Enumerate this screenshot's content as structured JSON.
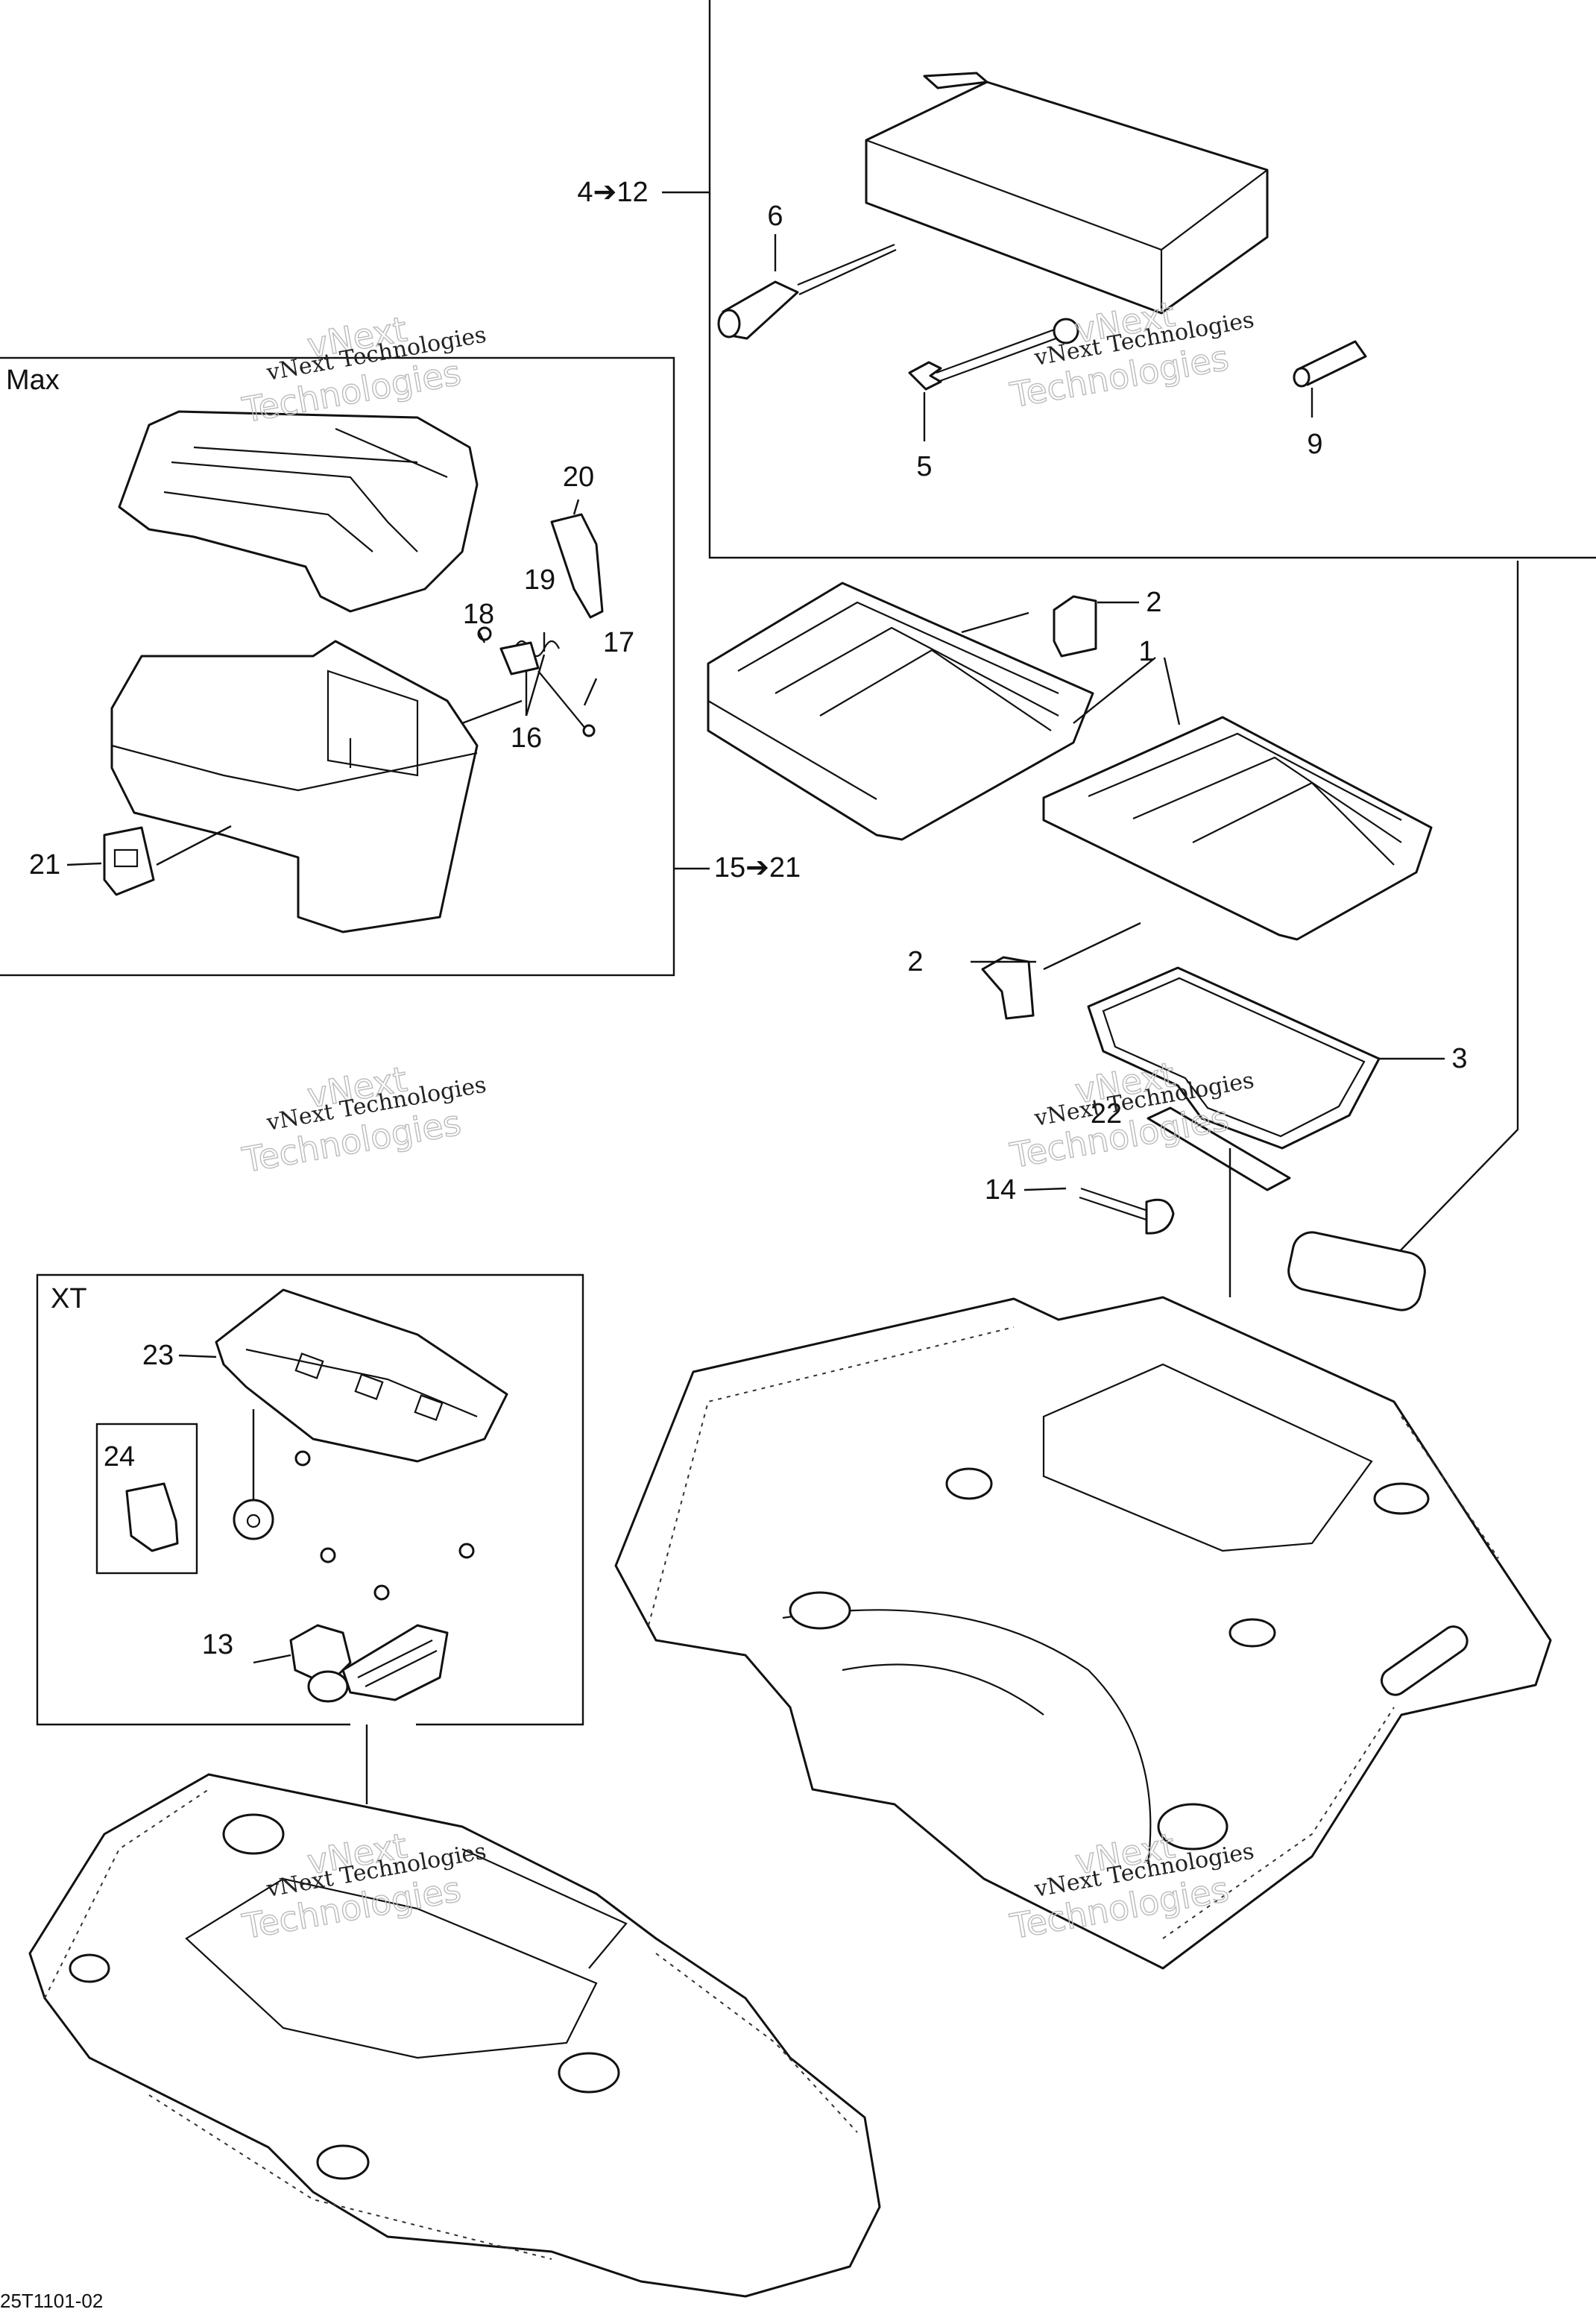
{
  "groups": {
    "max_label": "Max",
    "xt_label": "XT",
    "kit_4_12": "4➔12",
    "kit_15_21": "15➔21"
  },
  "callouts": [
    "1",
    "2",
    "2",
    "3",
    "5",
    "6",
    "9",
    "13",
    "14",
    "16",
    "17",
    "18",
    "19",
    "20",
    "21",
    "22",
    "23",
    "24"
  ],
  "watermark": {
    "line1": "vNext Technologies",
    "brand_a": "vNext",
    "brand_b": "Technologies"
  },
  "figure_ref": "25T1101-02"
}
